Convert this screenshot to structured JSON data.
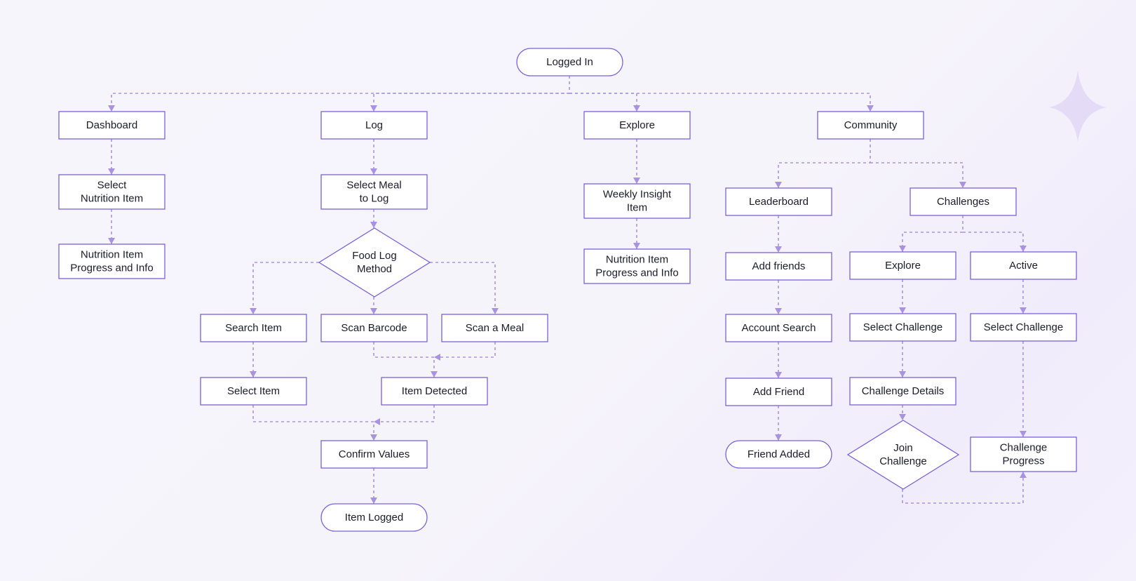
{
  "diagram": {
    "colors": {
      "stroke": "#7b61d6",
      "connector": "#a993e0",
      "text": "#1b1b2b",
      "fill": "#ffffff"
    },
    "nodes": [
      {
        "id": "logged-in",
        "shape": "pill",
        "lines": [
          "Logged In"
        ]
      },
      {
        "id": "dashboard",
        "shape": "rect",
        "lines": [
          "Dashboard"
        ]
      },
      {
        "id": "log",
        "shape": "rect",
        "lines": [
          "Log"
        ]
      },
      {
        "id": "explore",
        "shape": "rect",
        "lines": [
          "Explore"
        ]
      },
      {
        "id": "community",
        "shape": "rect",
        "lines": [
          "Community"
        ]
      },
      {
        "id": "select-nutrition-item",
        "shape": "rect",
        "lines": [
          "Select",
          "Nutrition Item"
        ]
      },
      {
        "id": "nutrition-progress-dashboard",
        "shape": "rect",
        "lines": [
          "Nutrition Item",
          "Progress and Info"
        ]
      },
      {
        "id": "select-meal",
        "shape": "rect",
        "lines": [
          "Select Meal",
          "to Log"
        ]
      },
      {
        "id": "food-log-method",
        "shape": "diamond",
        "lines": [
          "Food Log",
          "Method"
        ]
      },
      {
        "id": "search-item",
        "shape": "rect",
        "lines": [
          "Search Item"
        ]
      },
      {
        "id": "scan-barcode",
        "shape": "rect",
        "lines": [
          "Scan Barcode"
        ]
      },
      {
        "id": "scan-meal",
        "shape": "rect",
        "lines": [
          "Scan a Meal"
        ]
      },
      {
        "id": "select-item",
        "shape": "rect",
        "lines": [
          "Select Item"
        ]
      },
      {
        "id": "item-detected",
        "shape": "rect",
        "lines": [
          "Item Detected"
        ]
      },
      {
        "id": "confirm-values",
        "shape": "rect",
        "lines": [
          "Confirm Values"
        ]
      },
      {
        "id": "item-logged",
        "shape": "pill",
        "lines": [
          "Item Logged"
        ]
      },
      {
        "id": "weekly-insight",
        "shape": "rect",
        "lines": [
          "Weekly Insight",
          "Item"
        ]
      },
      {
        "id": "nutrition-progress-explore",
        "shape": "rect",
        "lines": [
          "Nutrition Item",
          "Progress and Info"
        ]
      },
      {
        "id": "leaderboard",
        "shape": "rect",
        "lines": [
          "Leaderboard"
        ]
      },
      {
        "id": "add-friends",
        "shape": "rect",
        "lines": [
          "Add friends"
        ]
      },
      {
        "id": "account-search",
        "shape": "rect",
        "lines": [
          "Account Search"
        ]
      },
      {
        "id": "add-friend",
        "shape": "rect",
        "lines": [
          "Add Friend"
        ]
      },
      {
        "id": "friend-added",
        "shape": "pill",
        "lines": [
          "Friend Added"
        ]
      },
      {
        "id": "challenges",
        "shape": "rect",
        "lines": [
          "Challenges"
        ]
      },
      {
        "id": "challenges-explore",
        "shape": "rect",
        "lines": [
          "Explore"
        ]
      },
      {
        "id": "challenges-active",
        "shape": "rect",
        "lines": [
          "Active"
        ]
      },
      {
        "id": "select-challenge-explore",
        "shape": "rect",
        "lines": [
          "Select Challenge"
        ]
      },
      {
        "id": "select-challenge-active",
        "shape": "rect",
        "lines": [
          "Select Challenge"
        ]
      },
      {
        "id": "challenge-details",
        "shape": "rect",
        "lines": [
          "Challenge Details"
        ]
      },
      {
        "id": "join-challenge",
        "shape": "diamond",
        "lines": [
          "Join",
          "Challenge"
        ]
      },
      {
        "id": "challenge-progress",
        "shape": "rect",
        "lines": [
          "Challenge",
          "Progress"
        ]
      }
    ],
    "edges": [
      {
        "from": "logged-in",
        "to": "dashboard"
      },
      {
        "from": "logged-in",
        "to": "log"
      },
      {
        "from": "logged-in",
        "to": "explore"
      },
      {
        "from": "logged-in",
        "to": "community"
      },
      {
        "from": "dashboard",
        "to": "select-nutrition-item"
      },
      {
        "from": "select-nutrition-item",
        "to": "nutrition-progress-dashboard"
      },
      {
        "from": "log",
        "to": "select-meal"
      },
      {
        "from": "select-meal",
        "to": "food-log-method"
      },
      {
        "from": "food-log-method",
        "to": "search-item"
      },
      {
        "from": "food-log-method",
        "to": "scan-barcode"
      },
      {
        "from": "food-log-method",
        "to": "scan-meal"
      },
      {
        "from": "search-item",
        "to": "select-item"
      },
      {
        "from": "scan-barcode",
        "to": "item-detected"
      },
      {
        "from": "scan-meal",
        "to": "item-detected"
      },
      {
        "from": "select-item",
        "to": "confirm-values"
      },
      {
        "from": "item-detected",
        "to": "confirm-values"
      },
      {
        "from": "confirm-values",
        "to": "item-logged"
      },
      {
        "from": "explore",
        "to": "weekly-insight"
      },
      {
        "from": "weekly-insight",
        "to": "nutrition-progress-explore"
      },
      {
        "from": "community",
        "to": "leaderboard"
      },
      {
        "from": "community",
        "to": "challenges"
      },
      {
        "from": "leaderboard",
        "to": "add-friends"
      },
      {
        "from": "add-friends",
        "to": "account-search"
      },
      {
        "from": "account-search",
        "to": "add-friend"
      },
      {
        "from": "add-friend",
        "to": "friend-added"
      },
      {
        "from": "challenges",
        "to": "challenges-explore"
      },
      {
        "from": "challenges",
        "to": "challenges-active"
      },
      {
        "from": "challenges-explore",
        "to": "select-challenge-explore"
      },
      {
        "from": "select-challenge-explore",
        "to": "challenge-details"
      },
      {
        "from": "challenge-details",
        "to": "join-challenge"
      },
      {
        "from": "join-challenge",
        "to": "challenge-progress"
      },
      {
        "from": "challenges-active",
        "to": "select-challenge-active"
      },
      {
        "from": "select-challenge-active",
        "to": "challenge-progress"
      }
    ]
  }
}
